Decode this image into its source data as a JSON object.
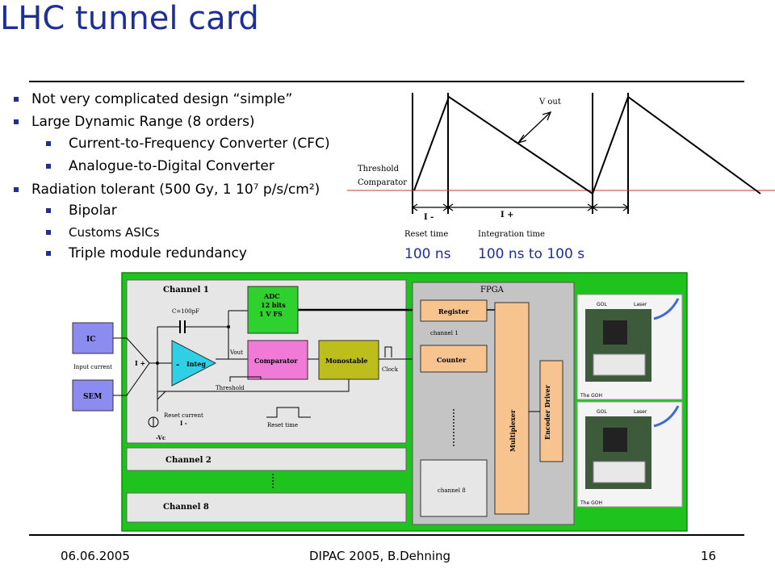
{
  "slide": {
    "title": "LHC tunnel card",
    "bullets": [
      {
        "level": 1,
        "text": "Not very complicated design “simple”"
      },
      {
        "level": 1,
        "text": "Large Dynamic Range (8 orders)"
      },
      {
        "level": 2,
        "text": "Current-to-Frequency Converter (CFC)"
      },
      {
        "level": 2,
        "text": "Analogue-to-Digital Converter"
      },
      {
        "level": 1,
        "text": "Radiation tolerant (500 Gy, 1 10⁷ p/s/cm²)"
      },
      {
        "level": 2,
        "text": "Bipolar"
      },
      {
        "level": 2,
        "text": "Customs ASICs"
      },
      {
        "level": 2,
        "text": "Triple module redundancy"
      }
    ],
    "footer": {
      "date": "06.06.2005",
      "center": "DIPAC 2005, B.Dehning",
      "page": "16"
    },
    "accent_color": "#1f2f9a"
  },
  "waveform": {
    "v_out": "V out",
    "threshold": "Threshold",
    "comparator": "Comparator",
    "i_minus": "I -",
    "i_plus": "I +",
    "reset_time_label": "Reset time",
    "integration_time_label": "Integration  time",
    "reset_time_value": "100 ns",
    "integration_time_value": "100 ns to 100 s"
  },
  "block_diagram": {
    "channel1": "Channel 1",
    "channel2": "Channel 2",
    "channel8": "Channel 8",
    "ic": "IC",
    "sem": "SEM",
    "input_current": "Input current",
    "i_plus": "I +",
    "capacitor": "C=100pF",
    "integ": "Integ",
    "minus": "-",
    "vout": "Vout",
    "adc_lines": [
      "ADC",
      "12 bits",
      "1 V FS"
    ],
    "comparator": "Comparator",
    "monostable": "Monostable",
    "threshold": "Threshold",
    "clock": "Clock",
    "reset_current": "Reset current",
    "i_minus": "I -",
    "reset_time": "Reset time",
    "minus_vc": "-Vc",
    "fpga": "FPGA",
    "register": "Register",
    "channel_1": "channel 1",
    "counter": "Counter",
    "channel_8": "channel 8",
    "multiplexer": "Multiplexer",
    "encoder_driver": "Encoder Driver",
    "goh_label": "GOL",
    "laser_label": "Laser",
    "the_goh": "The GOH",
    "colors": {
      "board_green": "#1ec31e",
      "panel_gray": "#e6e6e6",
      "ic_blue": "#8c8cf0",
      "adc_green": "#2fd12f",
      "comparator_pink": "#f07ad6",
      "monostable_olive": "#bdbd1c",
      "integ_cyan": "#2fd0e6",
      "fpga_gray": "#c4c4c4",
      "register_orange": "#f7c48f"
    }
  }
}
